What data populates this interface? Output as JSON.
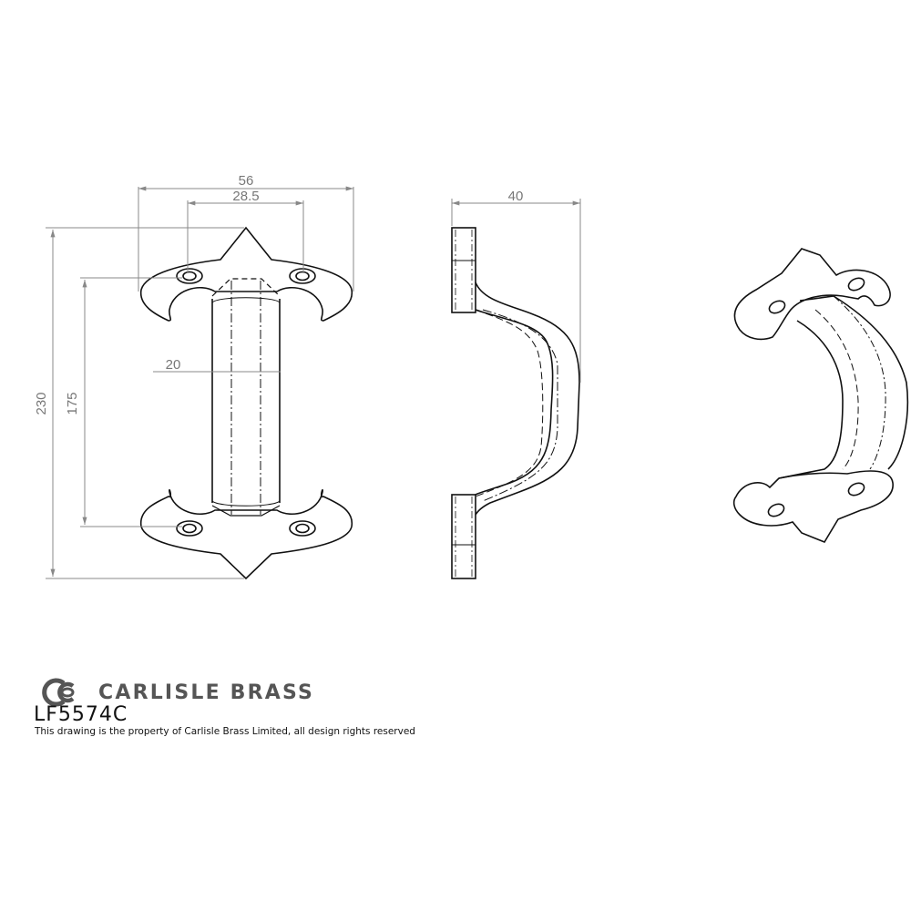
{
  "drawing": {
    "type": "technical-drawing",
    "subject": "Lever pull handle",
    "views": [
      "front",
      "side",
      "isometric"
    ],
    "dimensions": {
      "overall_width": "56",
      "fixing_centres_width": "28.5",
      "side_projection": "40",
      "grip_width": "20",
      "overall_height": "230",
      "fixing_centres_height": "175"
    }
  },
  "title_block": {
    "brand": "CARLISLE BRASS",
    "product_code": "LF5574C",
    "notice": "This drawing is the property of Carlisle Brass Limited, all design rights reserved"
  },
  "colors": {
    "line": "#111111",
    "dimension": "#888888",
    "brand_grey": "#555555"
  }
}
